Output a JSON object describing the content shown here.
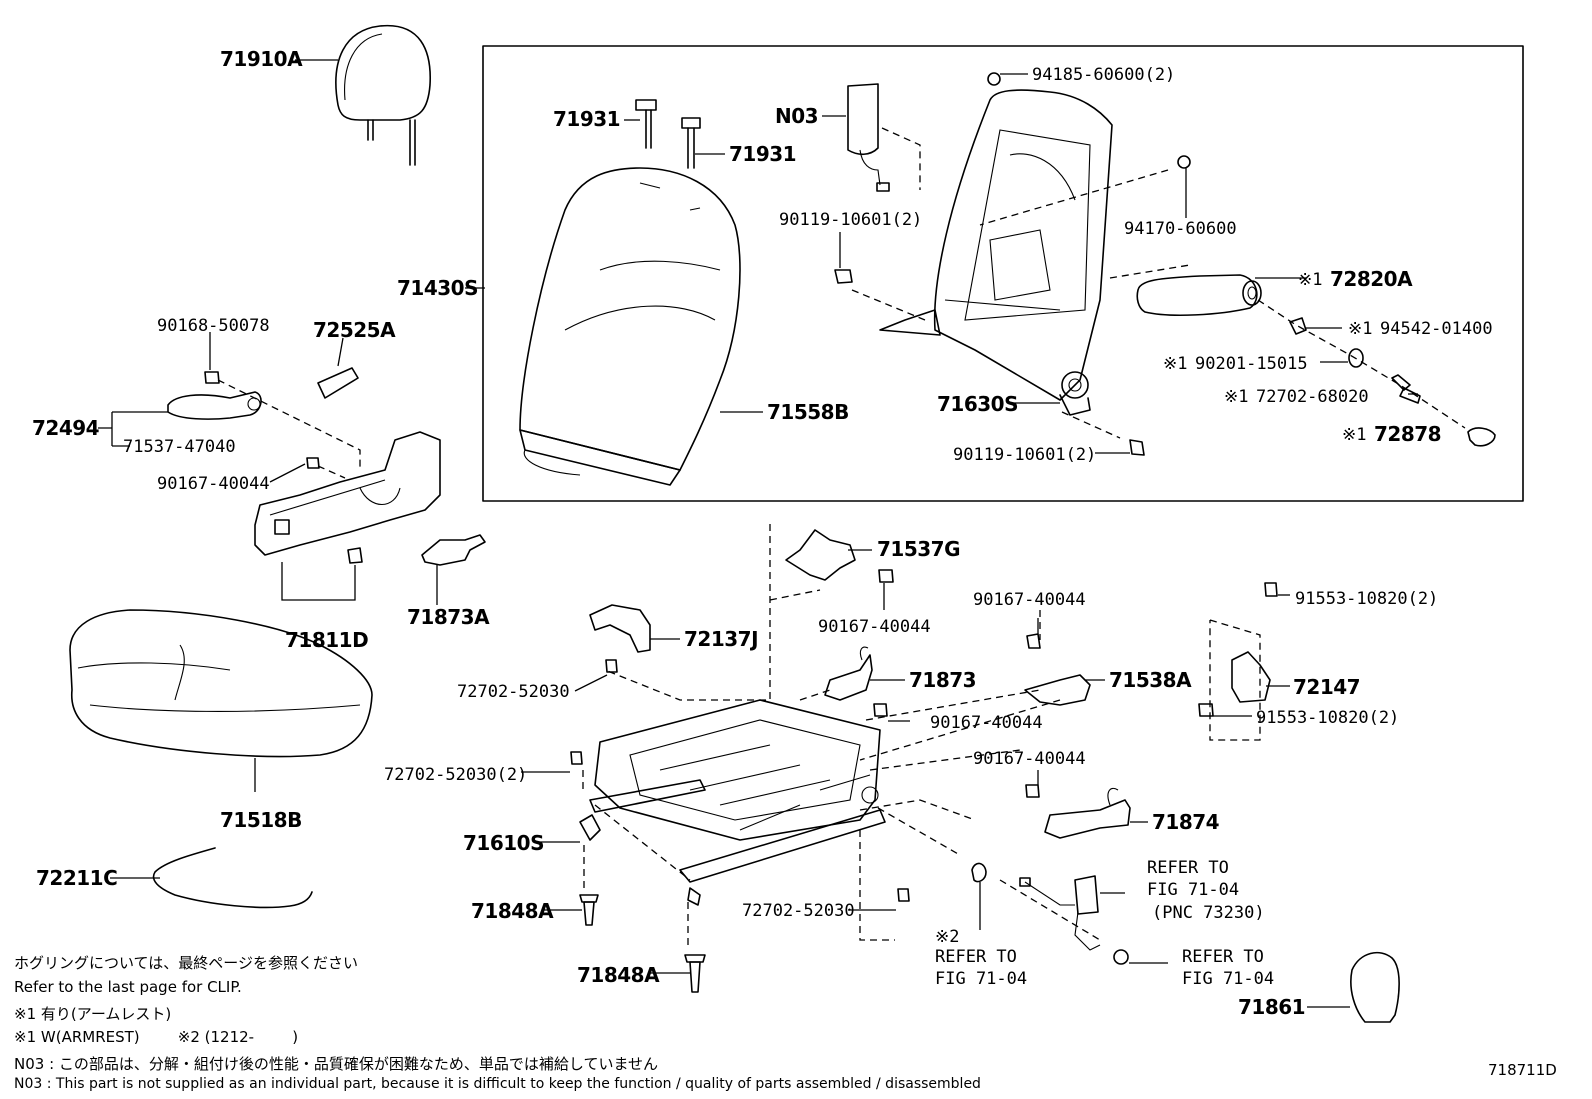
{
  "labels": {
    "p71910A": "71910A",
    "p71931a": "71931",
    "p71931b": "71931",
    "pN03": "N03",
    "p94185": "94185-60600(2)",
    "p94170": "94170-60600",
    "p90119a": "90119-10601(2)",
    "p90119b": "90119-10601(2)",
    "p71430S": "71430S",
    "p71558B": "71558B",
    "p72820A": "72820A",
    "p94542": "94542-01400",
    "p90201": "90201-15015",
    "p72702_68020": "72702-68020",
    "p72878": "72878",
    "p71630S": "71630S",
    "p90168": "90168-50078",
    "p72525A": "72525A",
    "p72494": "72494",
    "p71537_47040": "71537-47040",
    "p90167a": "90167-40044",
    "p71811D": "71811D",
    "p71873A": "71873A",
    "p71537G": "71537G",
    "p90167b": "90167-40044",
    "p72137J": "72137J",
    "p72702_52030a": "72702-52030",
    "p71873": "71873",
    "p90167c": "90167-40044",
    "p90167d": "90167-40044",
    "p71538A": "71538A",
    "p91553a": "91553-10820(2)",
    "p72147": "72147",
    "p91553b": "91553-10820(2)",
    "p71518B": "71518B",
    "p72702_52030b": "72702-52030(2)",
    "p90167e": "90167-40044",
    "p71874": "71874",
    "p71610S": "71610S",
    "p72211C": "72211C",
    "p71848Aa": "71848A",
    "p71848Ab": "71848A",
    "p72702_52030c": "72702-52030",
    "refer1_a": "REFER TO",
    "refer1_b": "FIG 71-04",
    "refer1_c": "(PNC 73230)",
    "refer2_a": "REFER TO",
    "refer2_b": "FIG 71-04",
    "refer3_a": "REFER TO",
    "refer3_b": "FIG 71-04",
    "p71861": "71861",
    "mark1": "※1",
    "mark2": "※2"
  },
  "notes": {
    "jp_clip": "ホグリングについては、最終ページを参照ください",
    "en_clip": "Refer to the last page for CLIP.",
    "jp_armrest": "※1 有り(アームレスト)",
    "en_armrest": "※1 W(ARMREST)        ※2 (1212-        )",
    "jp_n03": "N03 : この部品は、分解・組付け後の性能・品質確保が困難なため、単品では補給していません",
    "en_n03": "N03 : This part is not supplied as an individual part, because it is difficult to keep the function / quality of parts assembled / disassembled"
  },
  "figure_number": "718711D"
}
